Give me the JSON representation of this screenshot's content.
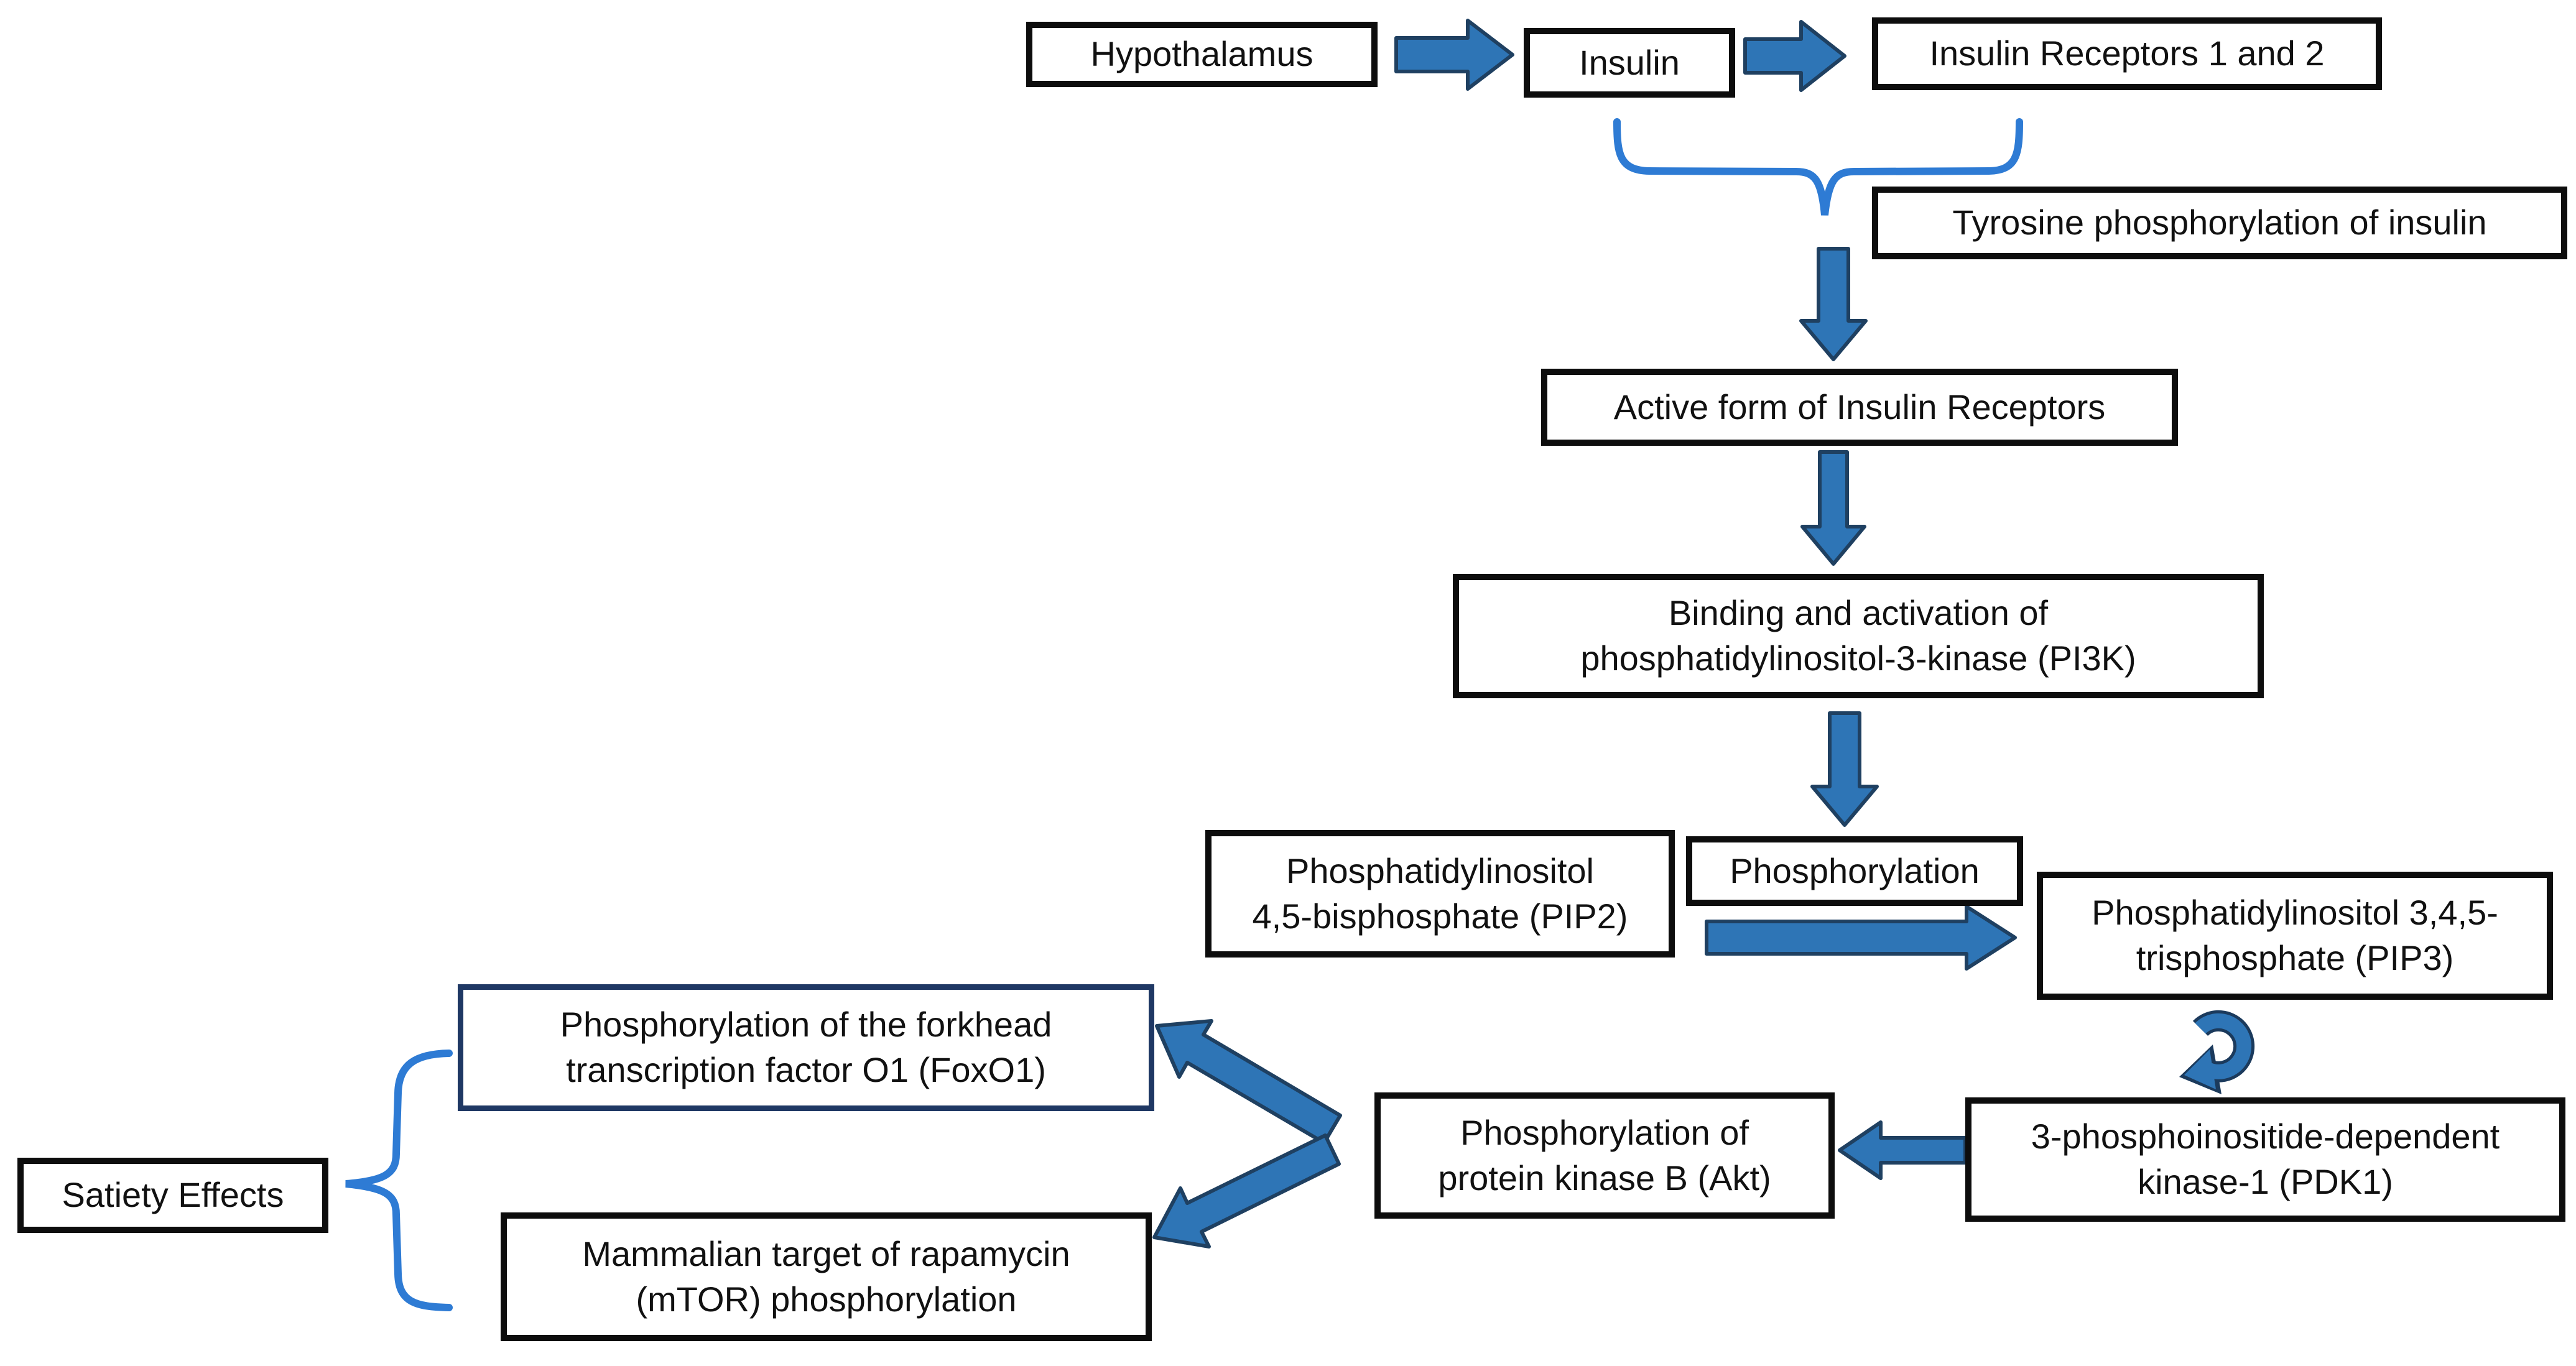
{
  "diagram": {
    "title": "Insulin signaling pathway flowchart",
    "background_color": "#ffffff",
    "colors": {
      "box_border": "#0d0d0d",
      "foxo1_box_border": "#1f3864",
      "arrow_fill": "#2e75b6",
      "arrow_outline": "#1f4061",
      "brace_stroke": "#2e7bd4",
      "text": "#111111"
    },
    "nodes": {
      "hypothalamus": {
        "label": "Hypothalamus"
      },
      "insulin": {
        "label": "Insulin"
      },
      "insulin_receptors": {
        "label": "Insulin Receptors 1 and 2"
      },
      "tyrosine_phosphorylation": {
        "label": "Tyrosine phosphorylation of insulin"
      },
      "active_form": {
        "label": "Active form of Insulin Receptors"
      },
      "binding_pi3k": {
        "label": "Binding and activation of\nphosphatidylinositol-3-kinase (PI3K)"
      },
      "pip2": {
        "label": "Phosphatidylinositol\n4,5-bisphosphate (PIP2)"
      },
      "phosphorylation": {
        "label": "Phosphorylation"
      },
      "pip3": {
        "label": "Phosphatidylinositol 3,4,5-\ntrisphosphate (PIP3)"
      },
      "pdk1": {
        "label": "3-phosphoinositide-dependent\nkinase-1 (PDK1)"
      },
      "akt": {
        "label": "Phosphorylation of\nprotein kinase B (Akt)"
      },
      "foxo1": {
        "label": "Phosphorylation of the forkhead\ntranscription factor O1 (FoxO1)"
      },
      "mtor": {
        "label": "Mammalian target of rapamycin\n(mTOR) phosphorylation"
      },
      "satiety": {
        "label": "Satiety Effects"
      }
    },
    "connections": [
      {
        "from": "hypothalamus",
        "to": "insulin",
        "type": "block-arrow-right"
      },
      {
        "from": "insulin",
        "to": "insulin_receptors",
        "type": "block-arrow-right"
      },
      {
        "from": "insulin + insulin_receptors",
        "to": "active_form",
        "type": "brace-then-arrow-down",
        "label_node": "tyrosine_phosphorylation"
      },
      {
        "from": "active_form",
        "to": "binding_pi3k",
        "type": "block-arrow-down"
      },
      {
        "from": "binding_pi3k",
        "to": "pip2 / phosphorylation",
        "type": "block-arrow-down"
      },
      {
        "from": "pip2",
        "to": "pip3",
        "type": "block-arrow-right",
        "label_node": "phosphorylation"
      },
      {
        "from": "pip3",
        "to": "pdk1",
        "type": "curved-arrow-down"
      },
      {
        "from": "pdk1",
        "to": "akt",
        "type": "block-arrow-left"
      },
      {
        "from": "akt",
        "to": "foxo1",
        "type": "block-arrow-diagonal-up-left"
      },
      {
        "from": "akt",
        "to": "mtor",
        "type": "block-arrow-diagonal-down-left"
      },
      {
        "from": "foxo1 + mtor",
        "to": "satiety",
        "type": "brace-left"
      }
    ]
  }
}
